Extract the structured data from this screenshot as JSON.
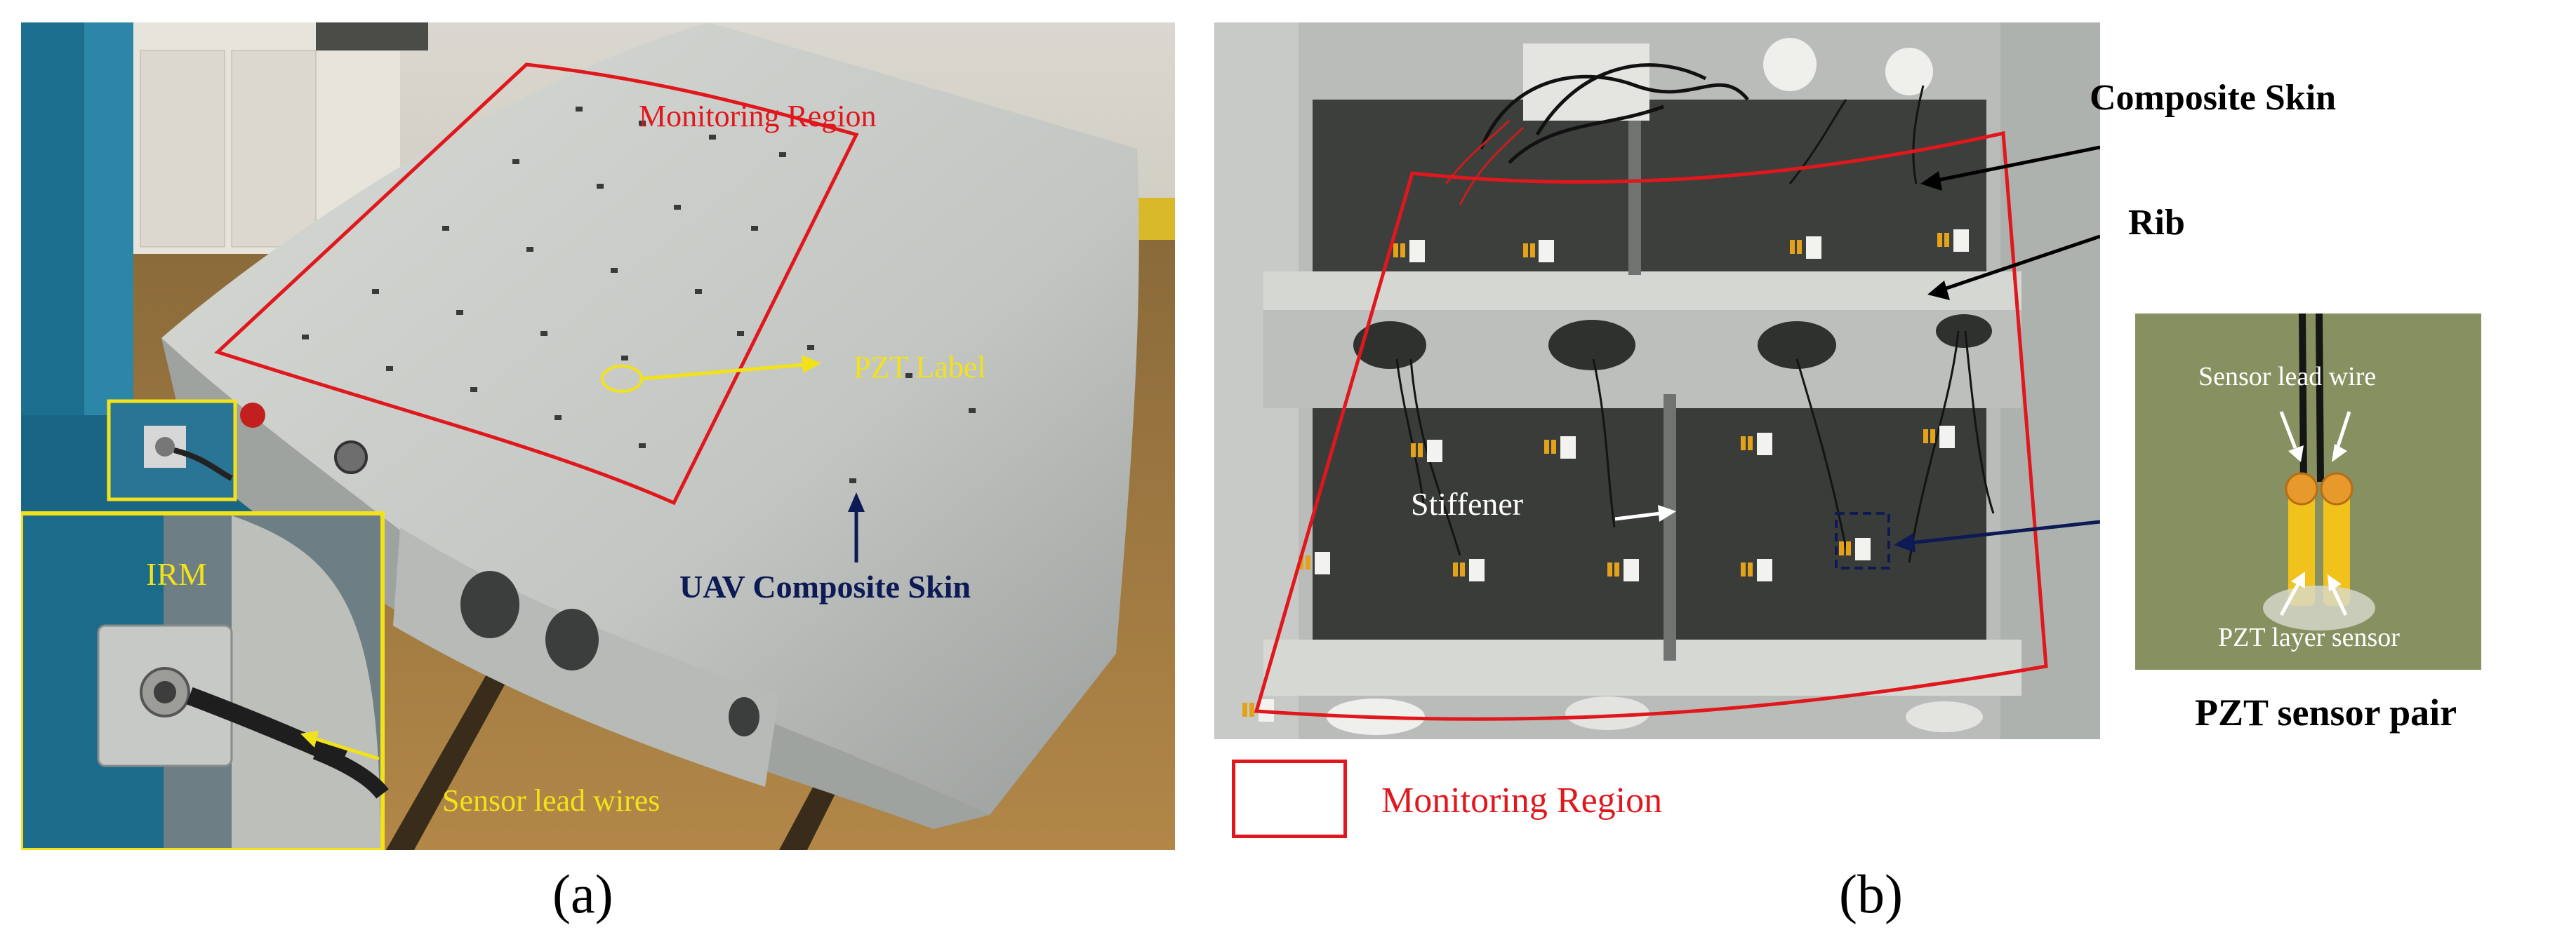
{
  "panel_a": {
    "monitoring_region": "Monitoring  Region",
    "pzt_label": "PZT Label",
    "uav_skin": "UAV Composite  Skin",
    "irm": "IRM",
    "sensor_lead_wires": "Sensor lead wires",
    "caption": "(a)"
  },
  "panel_b": {
    "composite_skin": "Composite Skin",
    "rib": "Rib",
    "stiffener": "Stiffener",
    "legend_monitoring_region": "Monitoring Region",
    "caption": "(b)"
  },
  "inset": {
    "sensor_lead_wire": "Sensor lead wire",
    "pzt_layer_sensor": "PZT layer sensor",
    "title": "PZT sensor pair"
  },
  "colors": {
    "monitoring_region_outline": "#e0181e",
    "callout_yellow": "#f2e21a",
    "callout_navy": "#0e1a55"
  }
}
